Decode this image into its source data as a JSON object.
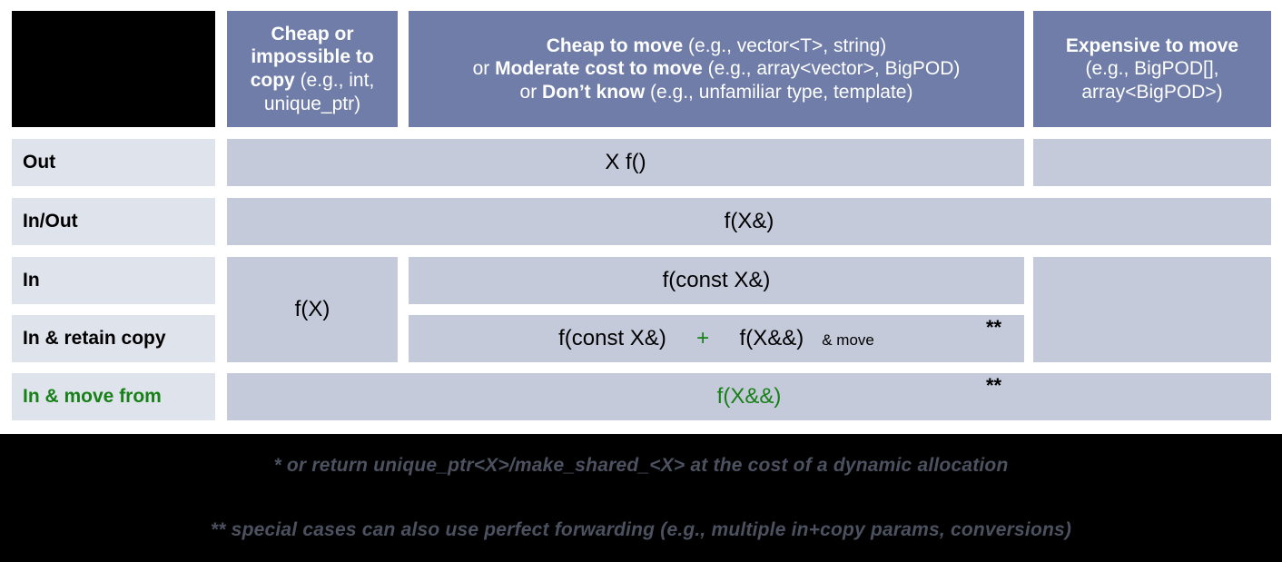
{
  "header": {
    "corner": "",
    "columns": [
      {
        "id": "cheap-or-impossible-to-copy",
        "bold_lead": "Cheap or impossible to copy",
        "example": " (e.g., int, unique_ptr)",
        "lines": [
          {
            "bold": "Cheap or",
            "rest": ""
          },
          {
            "bold": "impossible to",
            "rest": ""
          },
          {
            "bold": "copy",
            "rest": " (e.g., int,"
          },
          {
            "bold": "",
            "rest": "unique_ptr)"
          }
        ]
      },
      {
        "id": "cheap-to-move",
        "lines": [
          {
            "bold": "Cheap to move",
            "rest": " (e.g., vector<T>, string)"
          },
          {
            "pre": "or ",
            "bold": "Moderate cost to move",
            "rest": " (e.g., array<vector>, BigPOD)"
          },
          {
            "pre": "or ",
            "bold": "Don’t know",
            "rest": " (e.g., unfamiliar type, template)"
          }
        ]
      },
      {
        "id": "expensive-to-move",
        "lines": [
          {
            "bold": "Expensive to move",
            "rest": ""
          },
          {
            "bold": "",
            "rest": "(e.g., BigPOD[],"
          },
          {
            "bold": "",
            "rest": "array<BigPOD>)"
          }
        ]
      }
    ]
  },
  "rows": [
    {
      "id": "out",
      "label": "Out",
      "label_green": false,
      "value": "X f()"
    },
    {
      "id": "in-out",
      "label": "In/Out",
      "label_green": false,
      "value": "f(X&)"
    },
    {
      "id": "in",
      "label": "In",
      "label_green": false,
      "value": "f(const X&)"
    },
    {
      "id": "in-retain-copy",
      "label": "In & retain copy",
      "label_green": true,
      "value": ""
    },
    {
      "id": "in-move-from",
      "label": "In & move from",
      "label_green": true,
      "value": "f(X&&)"
    }
  ],
  "cells": {
    "fx_merged": "f(X)",
    "retain_copy": {
      "part1": "f(const X&)",
      "plus": "+",
      "part2": "f(X&&)",
      "part3": "& move"
    }
  },
  "marks": {
    "double_star": "**"
  },
  "footnotes": [
    "* or return unique_ptr<X>/make_shared_<X> at the cost of a dynamic allocation",
    "** special cases can also use perfect forwarding (e.g., multiple in+copy params, conversions)"
  ],
  "colors": {
    "header_blue": "#6f7da8",
    "body_cell": "#c5cadb",
    "row_label": "#dfe3ec",
    "green": "#178017",
    "black": "#000000",
    "footnote_gray": "#4c5160"
  }
}
